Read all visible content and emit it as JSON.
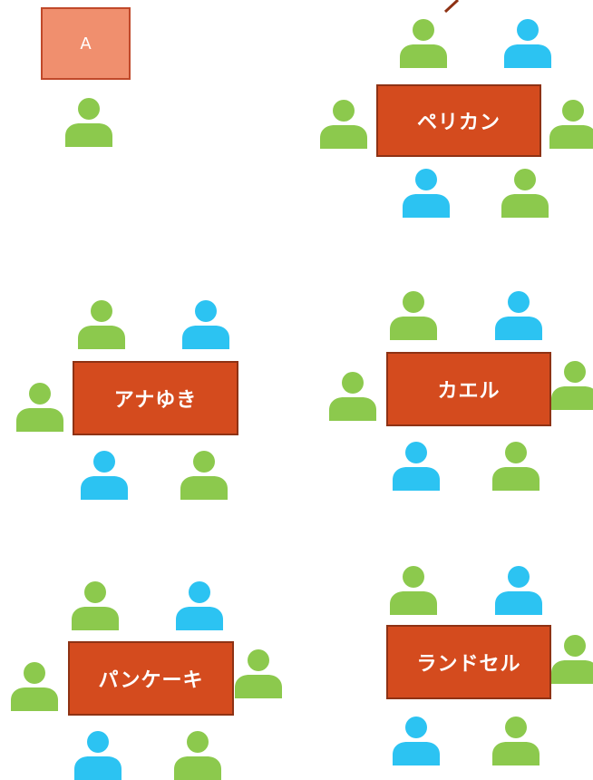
{
  "colors": {
    "table_fill": "#D44B1E",
    "table_border": "#8E3214",
    "box_a_fill": "#F08F6E",
    "person_green": "#8CC94D",
    "person_blue": "#2CC3F2",
    "arrow": "#8E3214"
  },
  "box_a": {
    "label": "A"
  },
  "tables": [
    {
      "key": "pelican",
      "label": "ペリカン"
    },
    {
      "key": "anayuki",
      "label": "アナゆき"
    },
    {
      "key": "kaeru",
      "label": "カエル"
    },
    {
      "key": "pancake",
      "label": "パンケーキ"
    },
    {
      "key": "randoseru",
      "label": "ランドセル"
    }
  ]
}
